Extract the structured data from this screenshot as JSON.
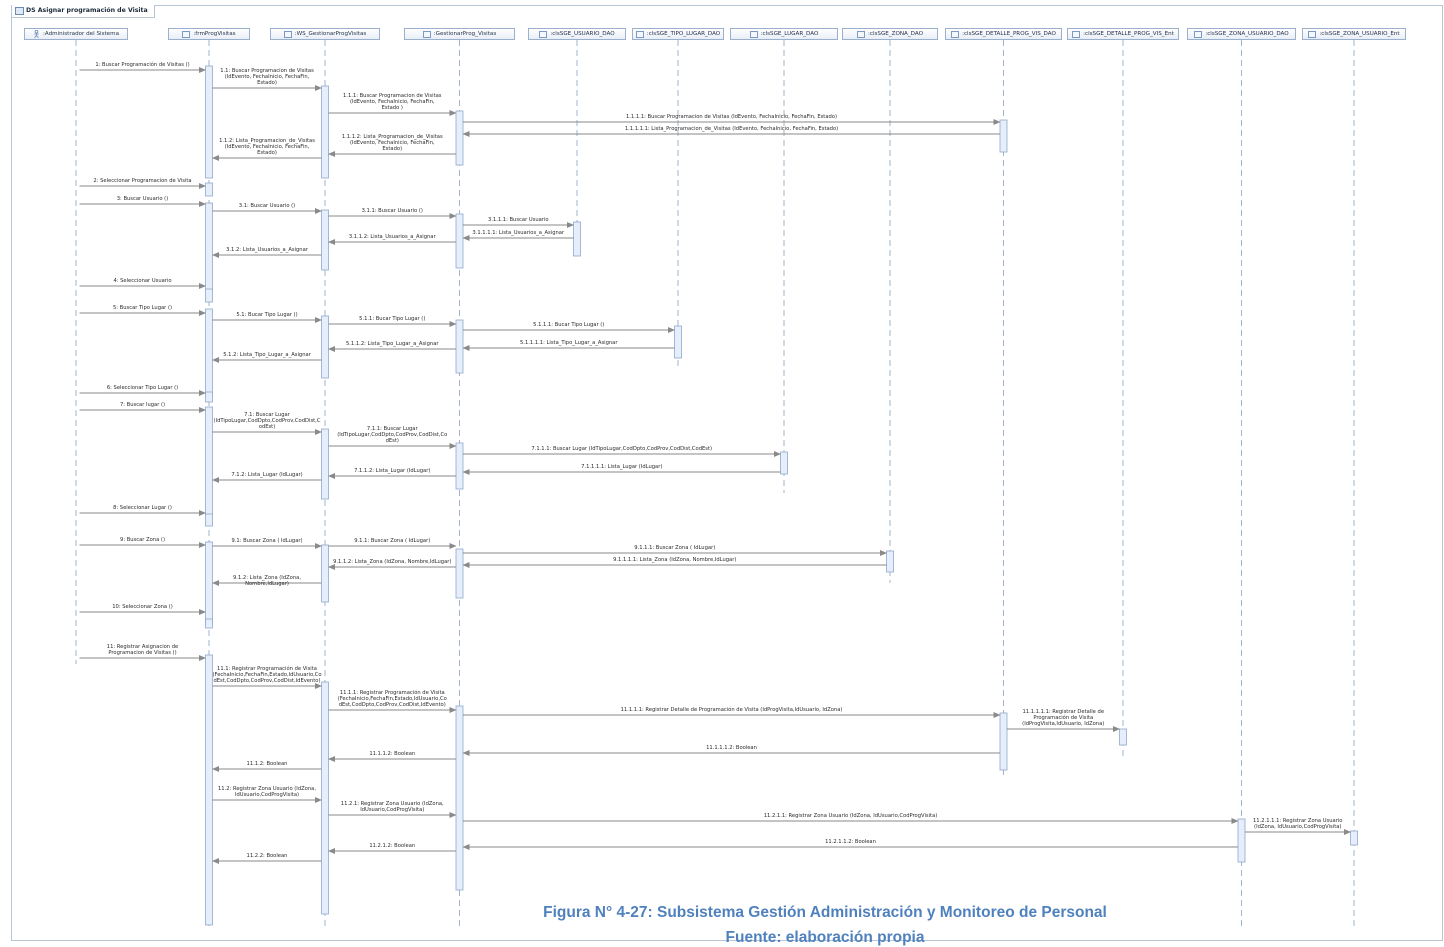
{
  "frame_title": "DS Asignar programación de Visita",
  "caption": "Figura N° 4-27: Subsistema Gestión Administración y Monitoreo de Personal",
  "caption_line2": "Fuente: elaboración propia",
  "lifelines": [
    {
      "id": "adm",
      "label": ":Administrador del Sistema",
      "kind": "actor",
      "icon": "actor-icon"
    },
    {
      "id": "frm",
      "label": ":frmProgVisitas",
      "kind": "object",
      "icon": "object-icon"
    },
    {
      "id": "ws",
      "label": ":WS_GestionarProgVisitas",
      "kind": "object",
      "icon": "object-icon"
    },
    {
      "id": "gest",
      "label": ":GestionarProg_Visitas",
      "kind": "object",
      "icon": "object-icon"
    },
    {
      "id": "usr",
      "label": ":clsSGE_USUARIO_DAO",
      "kind": "object",
      "icon": "object-icon"
    },
    {
      "id": "tipo",
      "label": ":clsSGE_TIPO_LUGAR_DAO",
      "kind": "object",
      "icon": "object-icon"
    },
    {
      "id": "lugar",
      "label": ":clsSGE_LUGAR_DAO",
      "kind": "object",
      "icon": "object-icon"
    },
    {
      "id": "zona",
      "label": ":clsSGE_ZONA_DAO",
      "kind": "object",
      "icon": "object-icon"
    },
    {
      "id": "det",
      "label": ":clsSGE_DETALLE_PROG_VIS_DAO",
      "kind": "object",
      "icon": "object-icon"
    },
    {
      "id": "detent",
      "label": ":clsSGE_DETALLE_PROG_VIS_Ent",
      "kind": "object",
      "icon": "object-icon"
    },
    {
      "id": "zu",
      "label": ":clsSGE_ZONA_USUARIO_DAO",
      "kind": "object",
      "icon": "object-icon"
    },
    {
      "id": "zuent",
      "label": ":clsSGE_ZONA_USUARIO_Ent",
      "kind": "object",
      "icon": "object-icon"
    }
  ],
  "messages": [
    {
      "from": "adm",
      "to": "frm",
      "label": "1: Buscar Programación de Visitas ()",
      "kind": "call"
    },
    {
      "from": "frm",
      "to": "ws",
      "label": "1.1: Buscar Programacion de Visitas\n(IdEvento, FechaInicio, FechaFin,\nEstado)",
      "kind": "call"
    },
    {
      "from": "ws",
      "to": "gest",
      "label": "1.1.1: Buscar Programacion de Visitas\n(IdEvento, FechaInicio, FechaFin,\nEstado )",
      "kind": "call"
    },
    {
      "from": "gest",
      "to": "det",
      "label": "1.1.1.1: Buscar Programacion de Visitas (IdEvento, FechaInicio, FechaFin, Estado)",
      "kind": "call"
    },
    {
      "from": "det",
      "to": "gest",
      "label": "1.1.1.1.1: Lista_Programacion_de_Visitas (IdEvento, FechaInicio, FechaFin, Estado)",
      "kind": "return"
    },
    {
      "from": "gest",
      "to": "ws",
      "label": "1.1.1.2: Lista_Programacion_de_Visitas\n(IdEvento, FechaInicio, FechaFin,\nEstado)",
      "kind": "return"
    },
    {
      "from": "ws",
      "to": "frm",
      "label": "1.1.2: Lista_Programacion_de_Visitas\n(IdEvento, FechaInicio, FechaFin,\nEstado)",
      "kind": "return"
    },
    {
      "from": "adm",
      "to": "frm",
      "label": "2: Seleccionar Programacion de Visita",
      "kind": "call"
    },
    {
      "from": "adm",
      "to": "frm",
      "label": "3: Buscar Usuario ()",
      "kind": "call"
    },
    {
      "from": "frm",
      "to": "ws",
      "label": "3.1: Buscar Usuario ()",
      "kind": "call"
    },
    {
      "from": "ws",
      "to": "gest",
      "label": "3.1.1: Buscar Usuario ()",
      "kind": "call"
    },
    {
      "from": "gest",
      "to": "usr",
      "label": "3.1.1.1: Buscar Usuario",
      "kind": "call"
    },
    {
      "from": "usr",
      "to": "gest",
      "label": "3.1.1.1.1: Lista_Usuarios_a_Asignar",
      "kind": "return"
    },
    {
      "from": "gest",
      "to": "ws",
      "label": "3.1.1.2: Lista_Usuarios_a_Asignar",
      "kind": "return"
    },
    {
      "from": "ws",
      "to": "frm",
      "label": "3.1.2: Lista_Usuarios_a_Asignar",
      "kind": "return"
    },
    {
      "from": "adm",
      "to": "frm",
      "label": "4: Seleccionar Usuario",
      "kind": "call"
    },
    {
      "from": "adm",
      "to": "frm",
      "label": "5: Buscar Tipo Lugar ()",
      "kind": "call"
    },
    {
      "from": "frm",
      "to": "ws",
      "label": "5.1: Bucar Tipo Lugar ()",
      "kind": "call"
    },
    {
      "from": "ws",
      "to": "gest",
      "label": "5.1.1: Bucar Tipo Lugar ()",
      "kind": "call"
    },
    {
      "from": "gest",
      "to": "tipo",
      "label": "5.1.1.1: Bucar Tipo Lugar ()",
      "kind": "call"
    },
    {
      "from": "tipo",
      "to": "gest",
      "label": "5.1.1.1.1: Lista_Tipo_Lugar_a_Asignar",
      "kind": "return"
    },
    {
      "from": "gest",
      "to": "ws",
      "label": "5.1.1.2: Lista_Tipo_Lugar_a_Asignar",
      "kind": "return"
    },
    {
      "from": "ws",
      "to": "frm",
      "label": "5.1.2: Lista_Tipo_Lugar_a_Asignar",
      "kind": "return"
    },
    {
      "from": "adm",
      "to": "frm",
      "label": "6: Seleccionar Tipo Lugar ()",
      "kind": "call"
    },
    {
      "from": "adm",
      "to": "frm",
      "label": "7: Buscar lugar ()",
      "kind": "call"
    },
    {
      "from": "frm",
      "to": "ws",
      "label": "7.1: Buscar Lugar\n(IdTipoLugar,CodDpto,CodProv,CodDist,C\nodEst)",
      "kind": "call"
    },
    {
      "from": "ws",
      "to": "gest",
      "label": "7.1.1: Buscar Lugar\n(IdTipoLugar,CodDpto,CodProv,CodDist,Co\ndEst)",
      "kind": "call"
    },
    {
      "from": "gest",
      "to": "lugar",
      "label": "7.1.1.1: Buscar Lugar (IdTipoLugar,CodDpto,CodProv,CodDist,CodEst)",
      "kind": "call"
    },
    {
      "from": "lugar",
      "to": "gest",
      "label": "7.1.1.1.1: Lista_Lugar (IdLugar)",
      "kind": "return"
    },
    {
      "from": "gest",
      "to": "ws",
      "label": "7.1.1.2: Lista_Lugar (IdLugar)",
      "kind": "return"
    },
    {
      "from": "ws",
      "to": "frm",
      "label": "7.1.2: Lista_Lugar (IdLugar)",
      "kind": "return"
    },
    {
      "from": "adm",
      "to": "frm",
      "label": "8: Seleccionar Lugar ()",
      "kind": "call"
    },
    {
      "from": "adm",
      "to": "frm",
      "label": "9: Buscar Zona ()",
      "kind": "call"
    },
    {
      "from": "frm",
      "to": "ws",
      "label": "9.1: Buscar Zona ( IdLugar)",
      "kind": "call"
    },
    {
      "from": "ws",
      "to": "gest",
      "label": "9.1.1: Buscar Zona ( IdLugar)",
      "kind": "call"
    },
    {
      "from": "gest",
      "to": "zona",
      "label": "9.1.1.1: Buscar Zona ( IdLugar)",
      "kind": "call"
    },
    {
      "from": "zona",
      "to": "gest",
      "label": "9.1.1.1.1: Lista_Zona (IdZona, Nombre,IdLugar)",
      "kind": "return"
    },
    {
      "from": "gest",
      "to": "ws",
      "label": "9.1.1.2: Lista_Zona (IdZona, Nombre,IdLugar)",
      "kind": "return"
    },
    {
      "from": "ws",
      "to": "frm",
      "label": "9.1.2: Lista_Zona (IdZona, Nombre,IdLugar)",
      "kind": "return"
    },
    {
      "from": "adm",
      "to": "frm",
      "label": "10: Seleccionar Zona ()",
      "kind": "call"
    },
    {
      "from": "adm",
      "to": "frm",
      "label": "11: Registrar Asignacion de\nProgramacion de Visitas ()",
      "kind": "call"
    },
    {
      "from": "frm",
      "to": "ws",
      "label": "11.1: Registrar Programación de Visita\n(FechaInicio,FechaFin,Estado,IdUsuario,Co\ndEst,CodDpto,CodProv,CodDist,IdEvento)",
      "kind": "call"
    },
    {
      "from": "ws",
      "to": "gest",
      "label": "11.1.1: Registrar Programación de Visita\n(FechaInicio,FechaFin,Estado,IdUsuario,Co\ndEst,CodDpto,CodProv,CodDist,IdEvento)",
      "kind": "call"
    },
    {
      "from": "gest",
      "to": "det",
      "label": "11.1.1.1: Registrar Detalle de Programación de Visita (IdProgVisita,IdUsuario, IdZona)",
      "kind": "call"
    },
    {
      "from": "det",
      "to": "detent",
      "label": "11.1.1.1.1: Registrar Detalle de\nProgramación de Visita\n(IdProgVisita,IdUsuario, IdZona)",
      "kind": "call"
    },
    {
      "from": "det",
      "to": "gest",
      "label": "11.1.1.1.2: Boolean",
      "kind": "return"
    },
    {
      "from": "gest",
      "to": "ws",
      "label": "11.1.1.2: Boolean",
      "kind": "return"
    },
    {
      "from": "ws",
      "to": "frm",
      "label": "11.1.2: Boolean",
      "kind": "return"
    },
    {
      "from": "frm",
      "to": "ws",
      "label": "11.2: Registrar Zona Usuario (IdZona,\nIdUsuario,CodProgVisita)",
      "kind": "call"
    },
    {
      "from": "ws",
      "to": "gest",
      "label": "11.2.1: Registrar Zona Usuario (IdZona,\nIdUsuario,CodProgVisita)",
      "kind": "call"
    },
    {
      "from": "gest",
      "to": "zu",
      "label": "11.2.1.1: Registrar Zona Usuario (IdZona, IdUsuario,CodProgVisita)",
      "kind": "call"
    },
    {
      "from": "zu",
      "to": "zuent",
      "label": "11.2.1.1.1: Registrar Zona Usuario\n(IdZona, IdUsuario,CodProgVisita)",
      "kind": "call"
    },
    {
      "from": "zu",
      "to": "gest",
      "label": "11.2.1.1.2: Boolean",
      "kind": "return"
    },
    {
      "from": "gest",
      "to": "ws",
      "label": "11.2.1.2: Boolean",
      "kind": "return"
    },
    {
      "from": "ws",
      "to": "frm",
      "label": "11.2.2: Boolean",
      "kind": "return"
    }
  ]
}
